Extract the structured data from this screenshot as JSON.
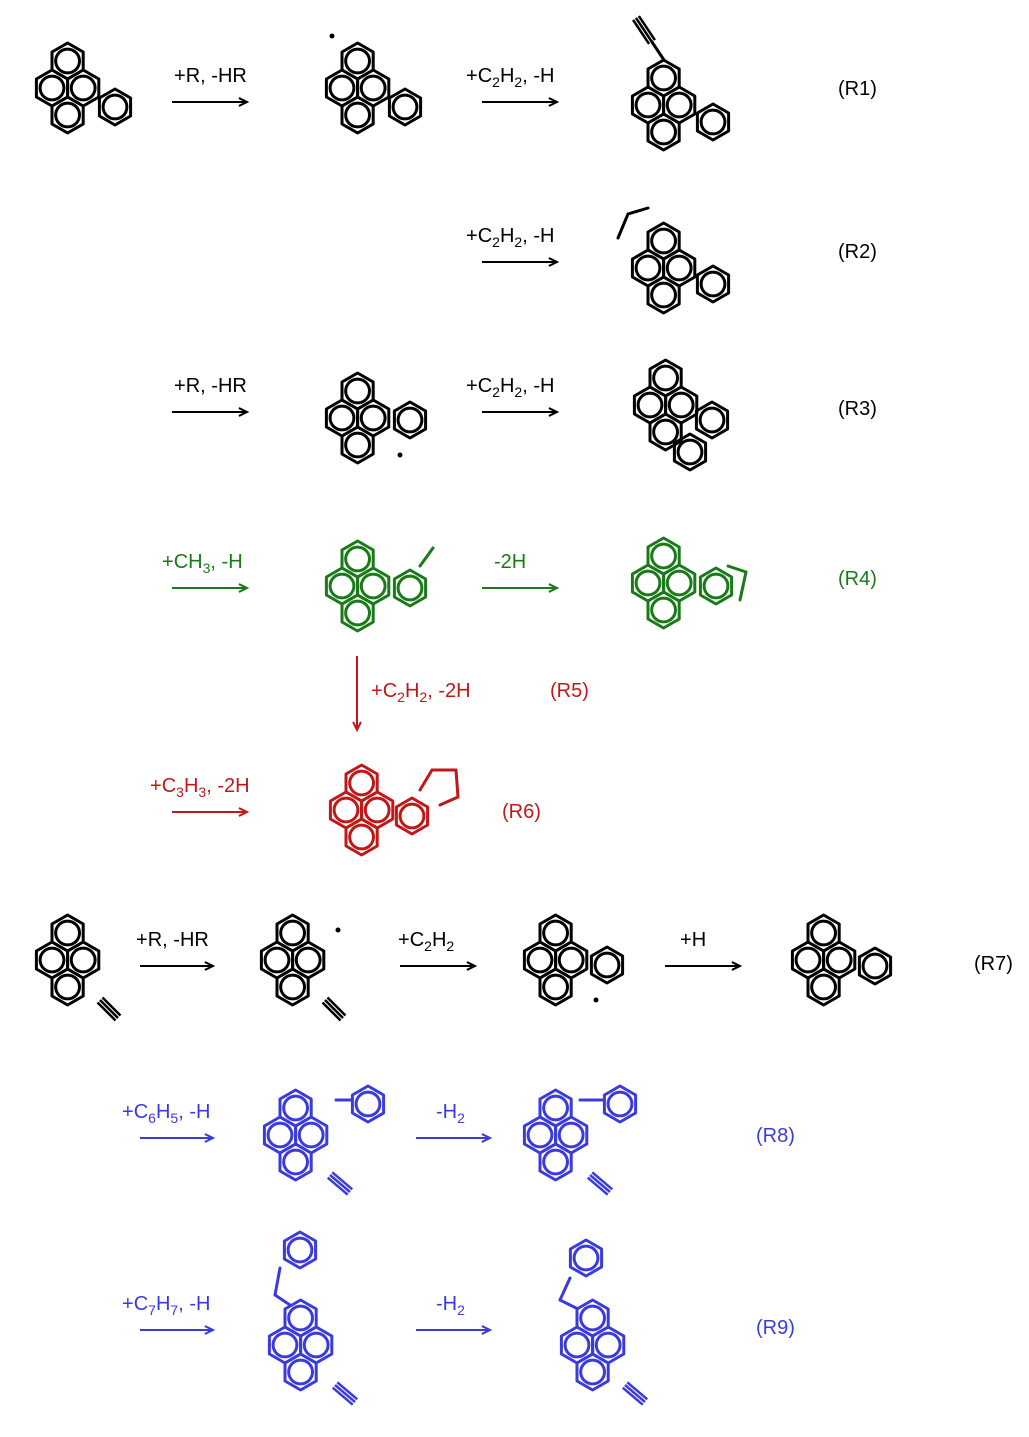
{
  "colors": {
    "r1": "#000000",
    "r2": "#000000",
    "r3": "#000000",
    "r4": "#1a7a1a",
    "r5": "#c01818",
    "r6": "#c01818",
    "r7": "#000000",
    "r8": "#3b3bdc",
    "r9": "#3b3bdc"
  },
  "reactions": [
    {
      "id": "R1",
      "tag": "(R1)",
      "steps": [
        {
          "label": "+R, -HR"
        },
        {
          "label": "+C2H2, -H"
        }
      ]
    },
    {
      "id": "R2",
      "tag": "(R2)",
      "steps": [
        {
          "label": "+C2H2, -H"
        }
      ]
    },
    {
      "id": "R3",
      "tag": "(R3)",
      "steps": [
        {
          "label": "+R, -HR"
        },
        {
          "label": "+C2H2, -H"
        }
      ]
    },
    {
      "id": "R4",
      "tag": "(R4)",
      "steps": [
        {
          "label": "+CH3, -H"
        },
        {
          "label": "-2H"
        }
      ]
    },
    {
      "id": "R5",
      "tag": "(R5)",
      "steps": [
        {
          "label": "+C2H2, -2H"
        }
      ]
    },
    {
      "id": "R6",
      "tag": "(R6)",
      "steps": [
        {
          "label": "+C3H3, -2H"
        }
      ]
    },
    {
      "id": "R7",
      "tag": "(R7)",
      "steps": [
        {
          "label": "+R, -HR"
        },
        {
          "label": "+C2H2"
        },
        {
          "label": "+H"
        }
      ]
    },
    {
      "id": "R8",
      "tag": "(R8)",
      "steps": [
        {
          "label": "+C6H5, -H"
        },
        {
          "label": "-H2"
        }
      ]
    },
    {
      "id": "R9",
      "tag": "(R9)",
      "steps": [
        {
          "label": "+C7H7, -H"
        },
        {
          "label": "-H2"
        }
      ]
    }
  ]
}
